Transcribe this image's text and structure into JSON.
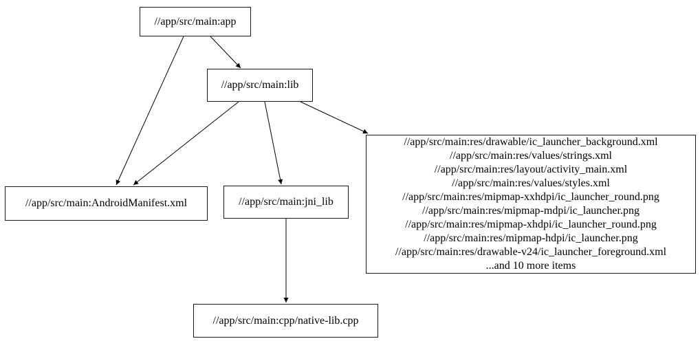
{
  "graph": {
    "type": "directed-dependency-graph",
    "colors": {
      "background": "#ffffff",
      "node_fill": "#ffffff",
      "node_border": "#000000",
      "edge": "#000000",
      "text": "#000000"
    },
    "nodes": {
      "app": {
        "label": "//app/src/main:app"
      },
      "lib": {
        "label": "//app/src/main:lib"
      },
      "manifest": {
        "label": "//app/src/main:AndroidManifest.xml"
      },
      "jni_lib": {
        "label": "//app/src/main:jni_lib"
      },
      "native_lib": {
        "label": "//app/src/main:cpp/native-lib.cpp"
      },
      "res_group": {
        "lines": [
          "//app/src/main:res/drawable/ic_launcher_background.xml",
          "//app/src/main:res/values/strings.xml",
          "//app/src/main:res/layout/activity_main.xml",
          "//app/src/main:res/values/styles.xml",
          "//app/src/main:res/mipmap-xxhdpi/ic_launcher_round.png",
          "//app/src/main:res/mipmap-mdpi/ic_launcher.png",
          "//app/src/main:res/mipmap-xhdpi/ic_launcher_round.png",
          "//app/src/main:res/mipmap-hdpi/ic_launcher.png",
          "//app/src/main:res/drawable-v24/ic_launcher_foreground.xml",
          "...and 10 more items"
        ]
      }
    },
    "edges": [
      {
        "from": "//app/src/main:app",
        "to": "//app/src/main:lib"
      },
      {
        "from": "//app/src/main:app",
        "to": "//app/src/main:AndroidManifest.xml"
      },
      {
        "from": "//app/src/main:lib",
        "to": "//app/src/main:AndroidManifest.xml"
      },
      {
        "from": "//app/src/main:lib",
        "to": "//app/src/main:jni_lib"
      },
      {
        "from": "//app/src/main:lib",
        "to": "res_group"
      },
      {
        "from": "//app/src/main:jni_lib",
        "to": "//app/src/main:cpp/native-lib.cpp"
      }
    ]
  }
}
